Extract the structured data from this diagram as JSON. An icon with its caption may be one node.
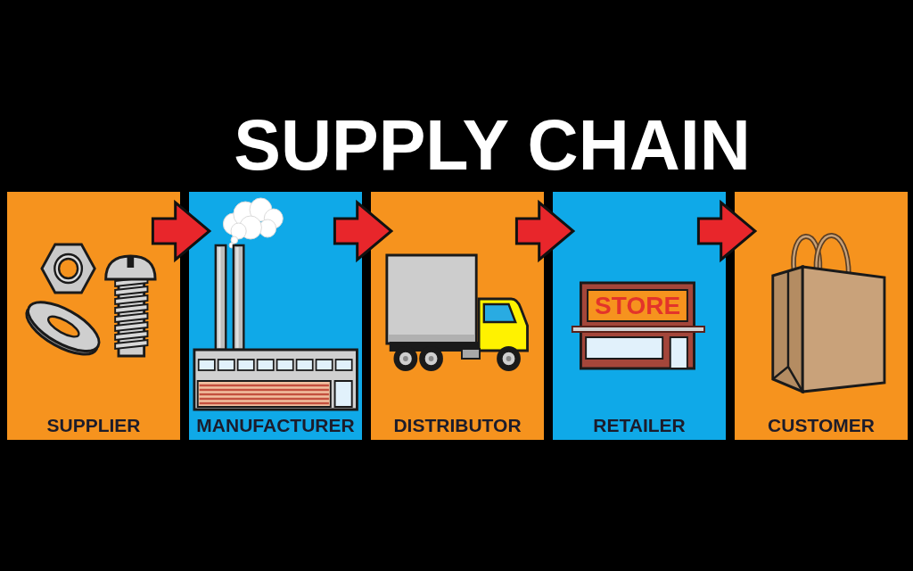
{
  "diagram": {
    "title": "SUPPLY CHAIN",
    "nodes": [
      {
        "text": [
          "SUPPLIER"
        ]
      },
      {
        "text": [
          "MANUFACTURER"
        ]
      },
      {
        "text": [
          "DISTRIBUTOR"
        ]
      },
      {
        "text": [
          "RETAILER"
        ]
      },
      {
        "text": [
          "CUSTOMER"
        ]
      }
    ],
    "edges": [
      {
        "from": 0,
        "to": 1,
        "arrow": "to"
      },
      {
        "from": 1,
        "to": 2,
        "arrow": "to"
      },
      {
        "from": 2,
        "to": 3,
        "arrow": "to"
      },
      {
        "from": 3,
        "to": 4,
        "arrow": "to"
      }
    ],
    "labels": [
      "STORE"
    ]
  }
}
